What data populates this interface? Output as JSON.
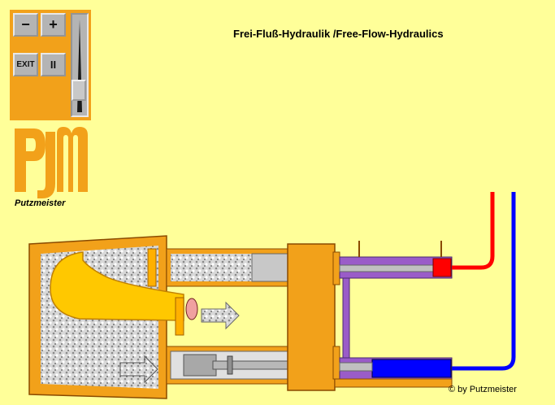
{
  "controls": {
    "minus_label": "−",
    "plus_label": "+",
    "exit_label": "EXIT",
    "pause_label": "II",
    "speed_value": 0.5
  },
  "title": "Frei-Fluß-Hydraulik /Free-Flow-Hydraulics",
  "logo": {
    "letters": "PM",
    "brand": "Putzmeister"
  },
  "copyright": {
    "symbol": "©",
    "text": "by Putzmeister"
  },
  "colors": {
    "background": "#ffff99",
    "accent": "#f2a11a",
    "hydraulic_red": "#ff0000",
    "hydraulic_blue": "#0000ff",
    "cylinder_purple": "#9a5cc8"
  }
}
